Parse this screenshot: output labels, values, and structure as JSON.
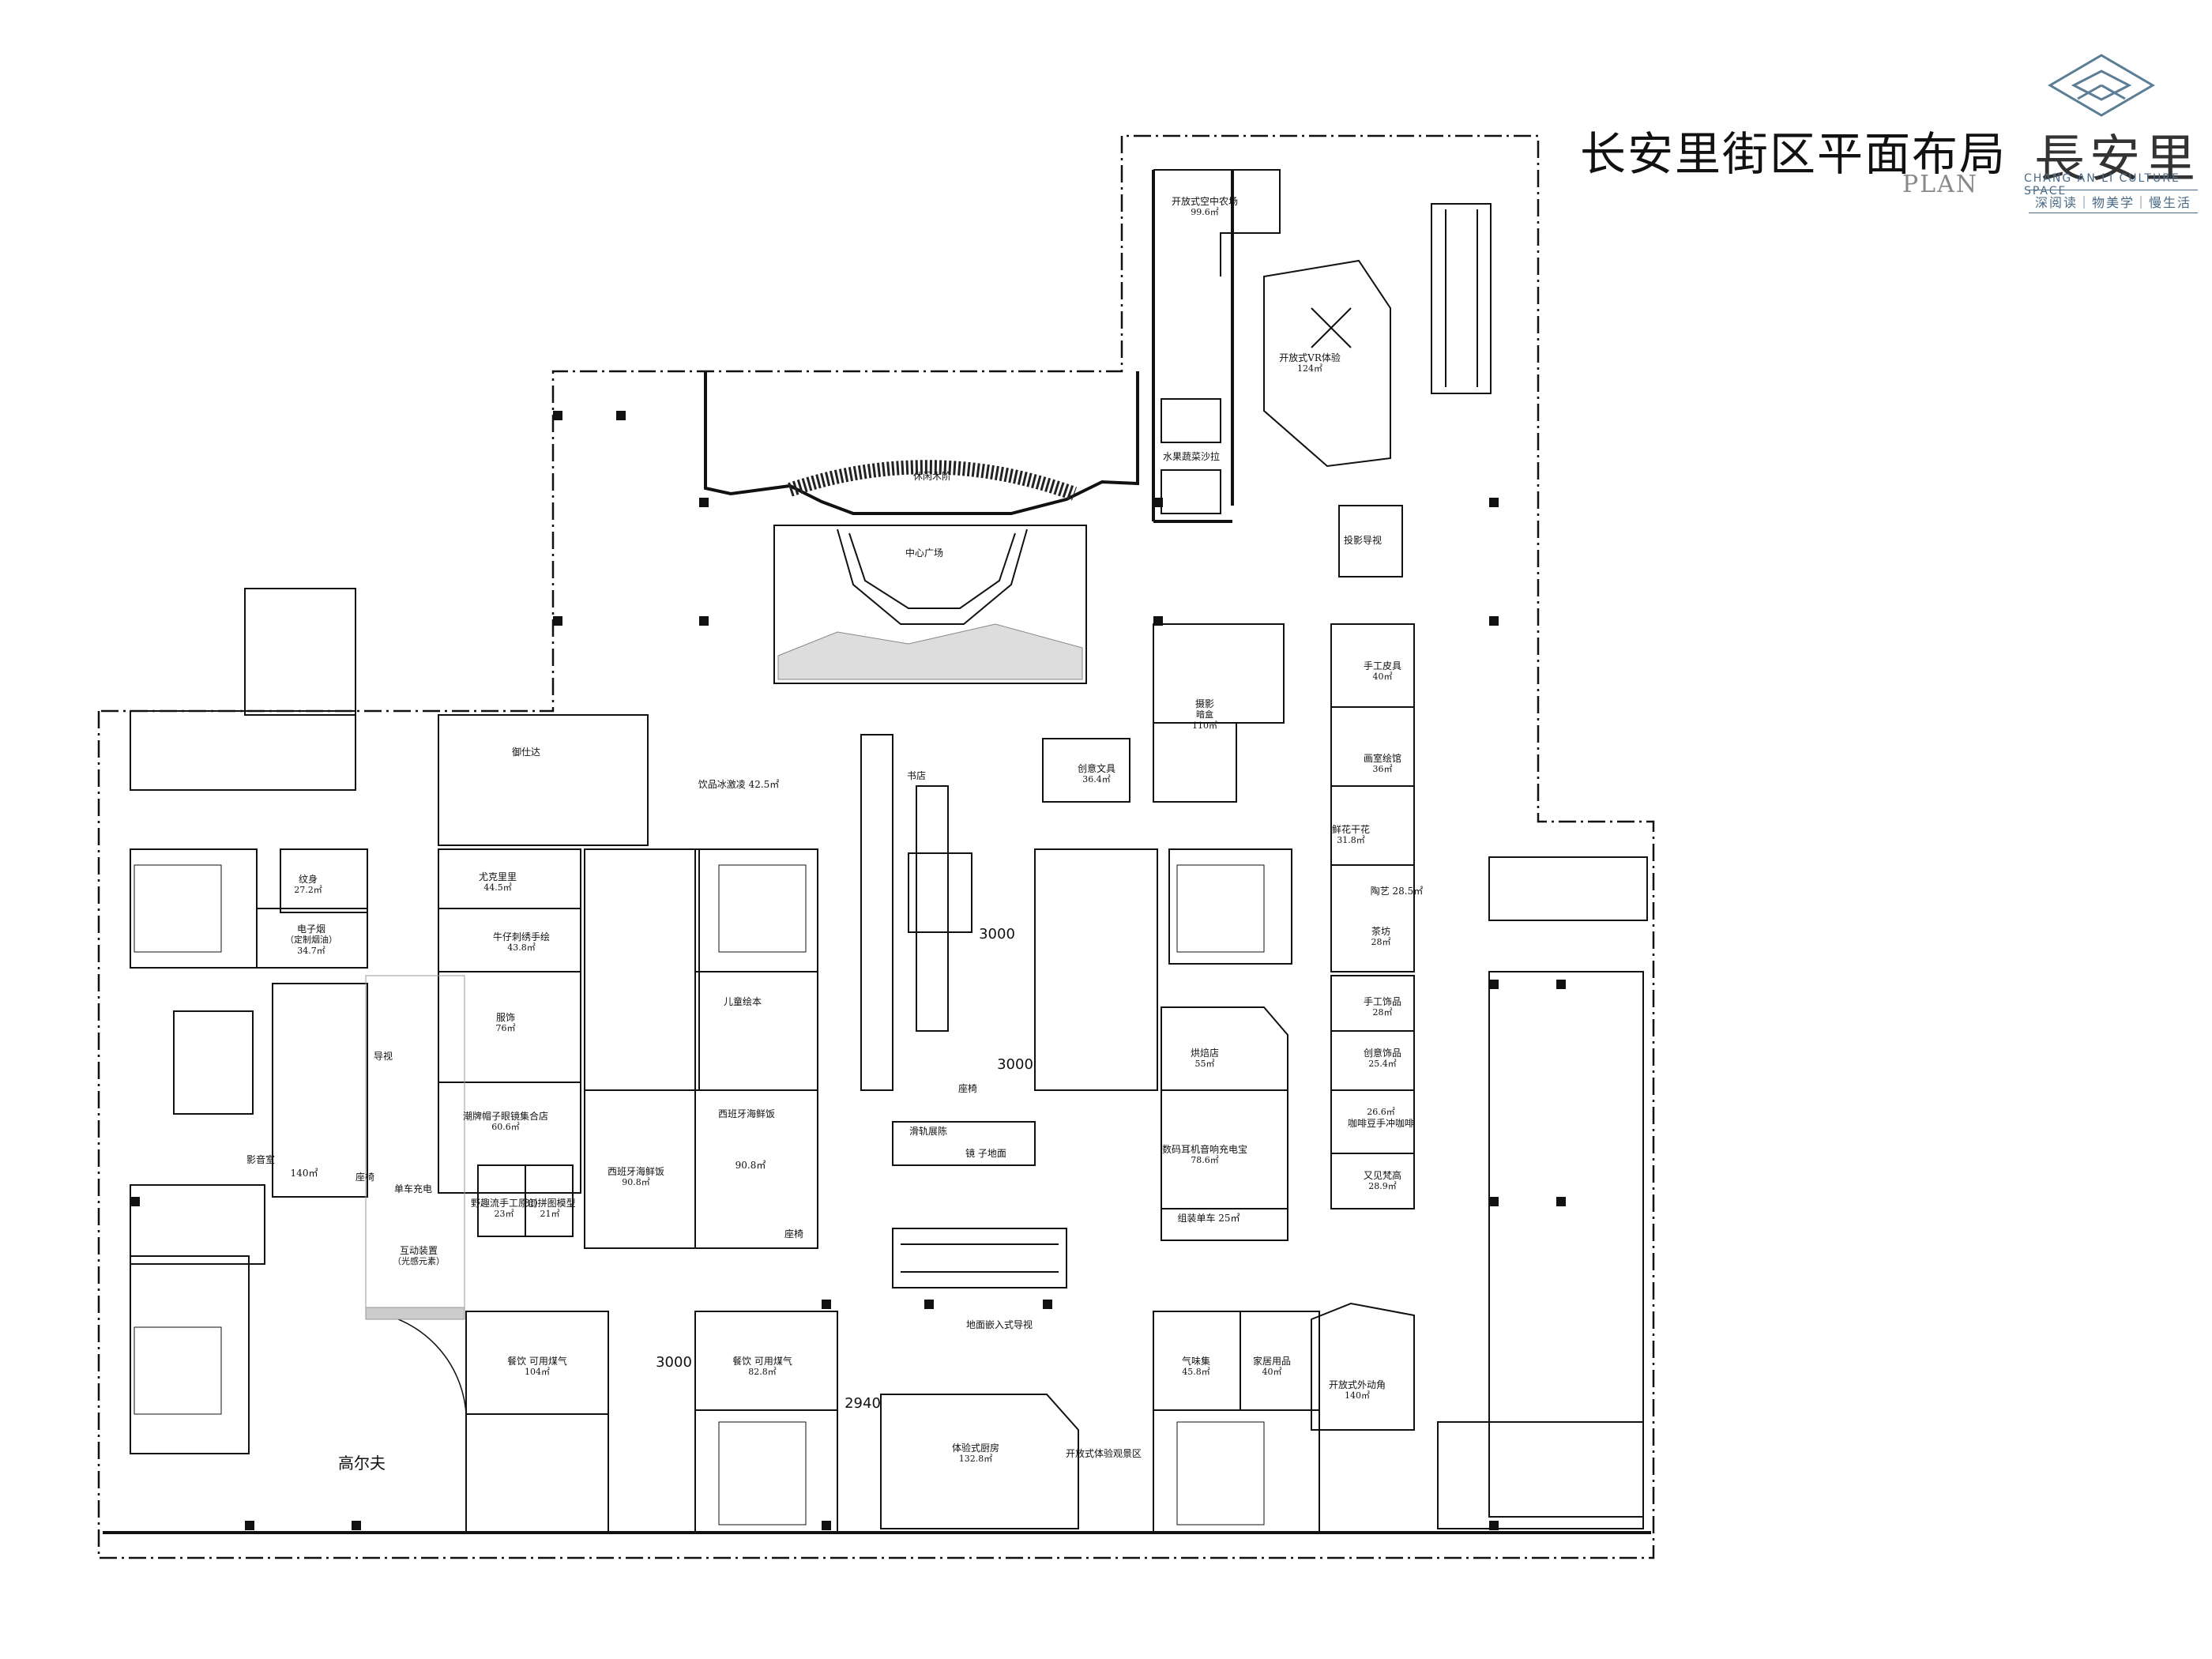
{
  "header": {
    "title": "长安里街区平面布局",
    "subtitle": "PLAN",
    "brand_name": "長安里",
    "brand_en": "CHANG AN LI CULTURE SPACE",
    "brand_tagline": "深阅读｜物美学｜慢生活",
    "brand_color": "#5b7d96"
  },
  "rooms": {
    "farm": "开放式空中农场",
    "farm_area": "99.6㎡",
    "vr": "开放式VR体验",
    "vr_area": "124㎡",
    "salad": "水果蔬菜沙拉",
    "projection": "投影导视",
    "plaza": "中心广场",
    "plaza_top": "休闲木阶",
    "leather": "手工皮具",
    "leather_area": "40㎡",
    "photo": "摄影",
    "photo2": "暗盒",
    "photo_area": "110㎡",
    "stationery": "创意文具",
    "stationery_area": "36.4㎡",
    "painting": "画室绘馆",
    "painting_area": "36㎡",
    "flower": "鲜花干花",
    "flower_area": "31.8㎡",
    "pottery": "陶艺 28.5㎡",
    "tea": "茶坊",
    "tea_area": "28㎡",
    "craft": "手工饰品",
    "craft_area": "28㎡",
    "jewelry": "创意饰品",
    "jewelry_area": "25.4㎡",
    "coffee_area": "26.6㎡",
    "coffee": "咖啡豆",
    "coffee2": "手冲咖啡",
    "dessert": "又见梵高",
    "dessert_area": "28.9㎡",
    "bakery": "烘焙店",
    "bakery_area": "55㎡",
    "digital": "数码耳机音响充电宝",
    "digital_area": "78.6㎡",
    "bike_rent": "组装单车  25㎡",
    "yuyida": "御仕达",
    "icecream": "饮品冰激凌",
    "icecream_area": "42.5㎡",
    "bookstore": "书店",
    "ukulele": "尤克里里",
    "ukulele_area": "44.5㎡",
    "denim": "牛仔刺绣手绘",
    "denim_area": "43.8㎡",
    "clothing": "服饰",
    "clothing_area": "76㎡",
    "hats": "潮牌帽子眼镜集合店",
    "hats_area": "60.6㎡",
    "tattoo": "纹身",
    "tattoo_area": "27.2㎡",
    "ecig": "电子烟",
    "ecig2": "（定制烟油）",
    "ecig_area": "34.7㎡",
    "cinema": "影音室",
    "cinema_area": "140㎡",
    "guide": "导视",
    "chair": "座椅",
    "bike_charge": "单车充电",
    "interactive": "互动装置",
    "interactive2": "（光感元素）",
    "kids": "儿童绘本",
    "spanish": "西班牙海鲜饭",
    "spanish2": "西班牙海鲜饭",
    "spanish2_area": "90.8㎡",
    "spanish_area": "90.8㎡",
    "wild": "野趣流",
    "wild2": "手工原创",
    "wild_area": "23㎡",
    "model3d": "3D拼图",
    "model3d2": "模型",
    "model3d_area": "21㎡",
    "skate": "滑轨展陈",
    "mirror": "镜 子地面",
    "floor_guide": "地面嵌入式导视",
    "food1": "餐饮",
    "gas1": "可用煤气",
    "food1_area": "104㎡",
    "food2": "餐饮",
    "gas2": "可用煤气",
    "food2_area": "82.8㎡",
    "kitchen": "体验式厨房",
    "kitchen_area": "132.8㎡",
    "open_view": "开放式体验",
    "open_view2": "观景区",
    "market": "气味集",
    "market_area": "45.8㎡",
    "home": "家居用品",
    "home_area": "40㎡",
    "outdoor": "开放式外动角",
    "outdoor_area": "140㎡",
    "golf": "高尔夫",
    "seat1": "座椅",
    "seat2": "座椅"
  },
  "dims": {
    "d1": "3000",
    "d2": "3000",
    "d3": "3000",
    "d4": "2940"
  }
}
